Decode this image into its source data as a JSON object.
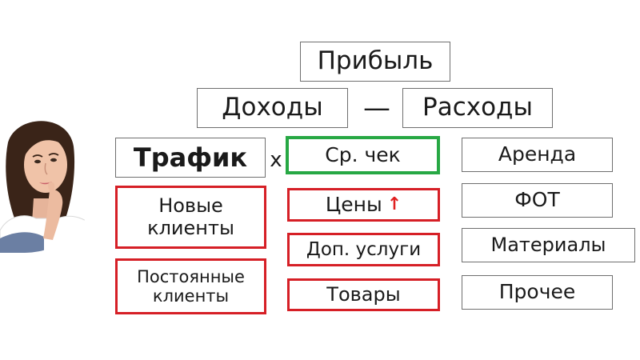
{
  "diagram": {
    "profit": "Прибыль",
    "income": "Доходы",
    "minus": "—",
    "expenses": "Расходы",
    "traffic": "Трафик",
    "times": "x",
    "avg_check": "Ср. чек",
    "new_clients": "Новые клиенты",
    "regular_clients": "Постоянные клиенты",
    "prices": "Цены",
    "extra_services": "Доп. услуги",
    "goods": "Товары",
    "rent": "Аренда",
    "payroll": "ФОТ",
    "materials": "Материалы",
    "other": "Прочее"
  },
  "colors": {
    "red_border": "#d61f26",
    "green_border": "#27a844",
    "gray_border": "#6f6f6f",
    "arrow": "#e02020"
  },
  "icons": {
    "prices_indicator": "arrow-up-icon",
    "photo": "thinking-woman-avatar"
  }
}
